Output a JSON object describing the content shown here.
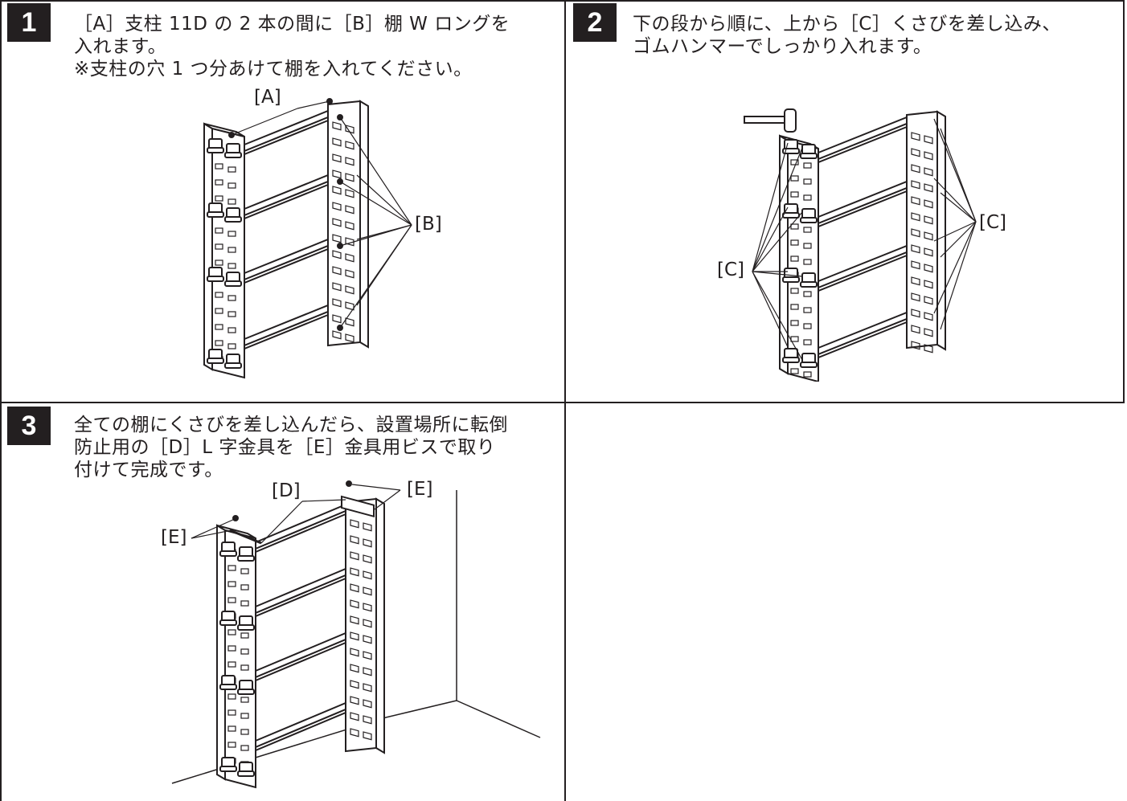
{
  "steps": [
    {
      "number": "1",
      "text": [
        "［A］支柱 11D の 2 本の間に［B］棚 W ロングを",
        "入れます。",
        "※支柱の穴 1 つ分あけて棚を入れてください。"
      ],
      "labels": {
        "a": "[A]",
        "b": "[B]"
      }
    },
    {
      "number": "2",
      "text": [
        "下の段から順に、上から［C］くさびを差し込み、",
        "ゴムハンマーでしっかり入れます。"
      ],
      "labels": {
        "c_left": "[C]",
        "c_right": "[C]"
      }
    },
    {
      "number": "3",
      "text": [
        "全ての棚にくさびを差し込んだら、設置場所に転倒",
        "防止用の［D］L 字金具を［E］金具用ビスで取り",
        "付けて完成です。"
      ],
      "labels": {
        "d": "[D]",
        "e_left": "[E]",
        "e_right": "[E]"
      }
    }
  ],
  "colors": {
    "ink": "#231f20",
    "background": "#ffffff"
  }
}
